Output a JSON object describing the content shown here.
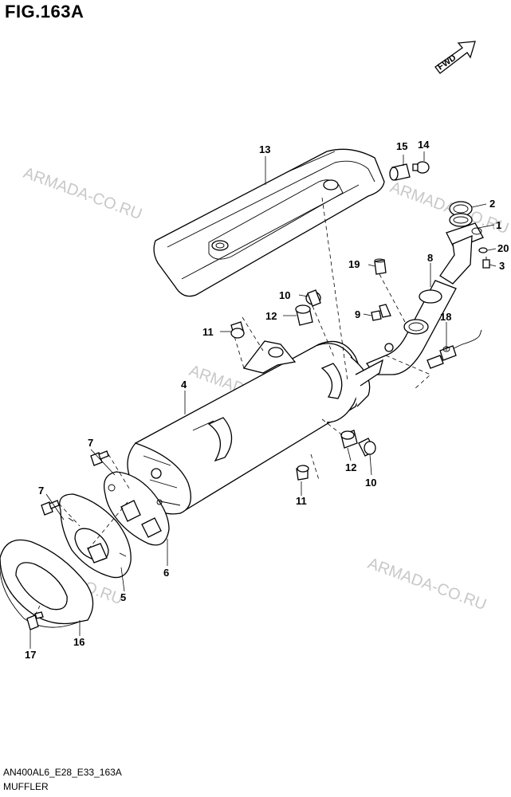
{
  "figure": {
    "title": "FIG.163A",
    "fwd_label": "FWD",
    "footer_code": "AN400AL6_E28_E33_163A",
    "footer_name": "MUFFLER"
  },
  "watermark": "ARMADA-CO.RU",
  "callouts": {
    "c1": "1",
    "c2": "2",
    "c3": "3",
    "c4": "4",
    "c5": "5",
    "c6": "6",
    "c7a": "7",
    "c7b": "7",
    "c8": "8",
    "c9": "9",
    "c10a": "10",
    "c10b": "10",
    "c11a": "11",
    "c11b": "11",
    "c12a": "12",
    "c12b": "12",
    "c13": "13",
    "c14": "14",
    "c15": "15",
    "c16": "16",
    "c17": "17",
    "c18": "18",
    "c19": "19",
    "c20": "20"
  }
}
